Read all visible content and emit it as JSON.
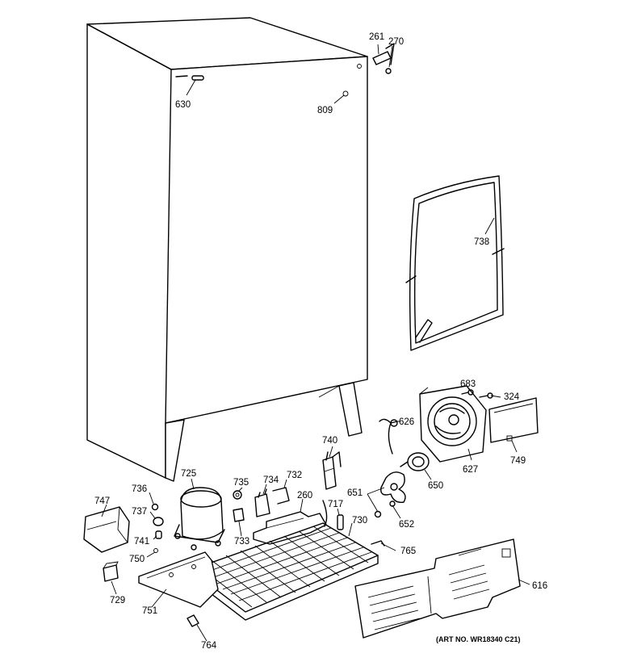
{
  "labels": {
    "p261": "261",
    "p270": "270",
    "p630": "630",
    "p809": "809",
    "p738": "738",
    "p683": "683",
    "p324": "324",
    "p626": "626",
    "p740": "740",
    "p627": "627",
    "p749": "749",
    "p650": "650",
    "p651": "651",
    "p652": "652",
    "p725": "725",
    "p735": "735",
    "p734": "734",
    "p732": "732",
    "p260": "260",
    "p717": "717",
    "p730": "730",
    "p736": "736",
    "p747": "747",
    "p737": "737",
    "p741": "741",
    "p750": "750",
    "p733": "733",
    "p765": "765",
    "p616": "616",
    "p729": "729",
    "p751": "751",
    "p764": "764"
  },
  "art_number": "(ART NO. WR18340 C21)"
}
